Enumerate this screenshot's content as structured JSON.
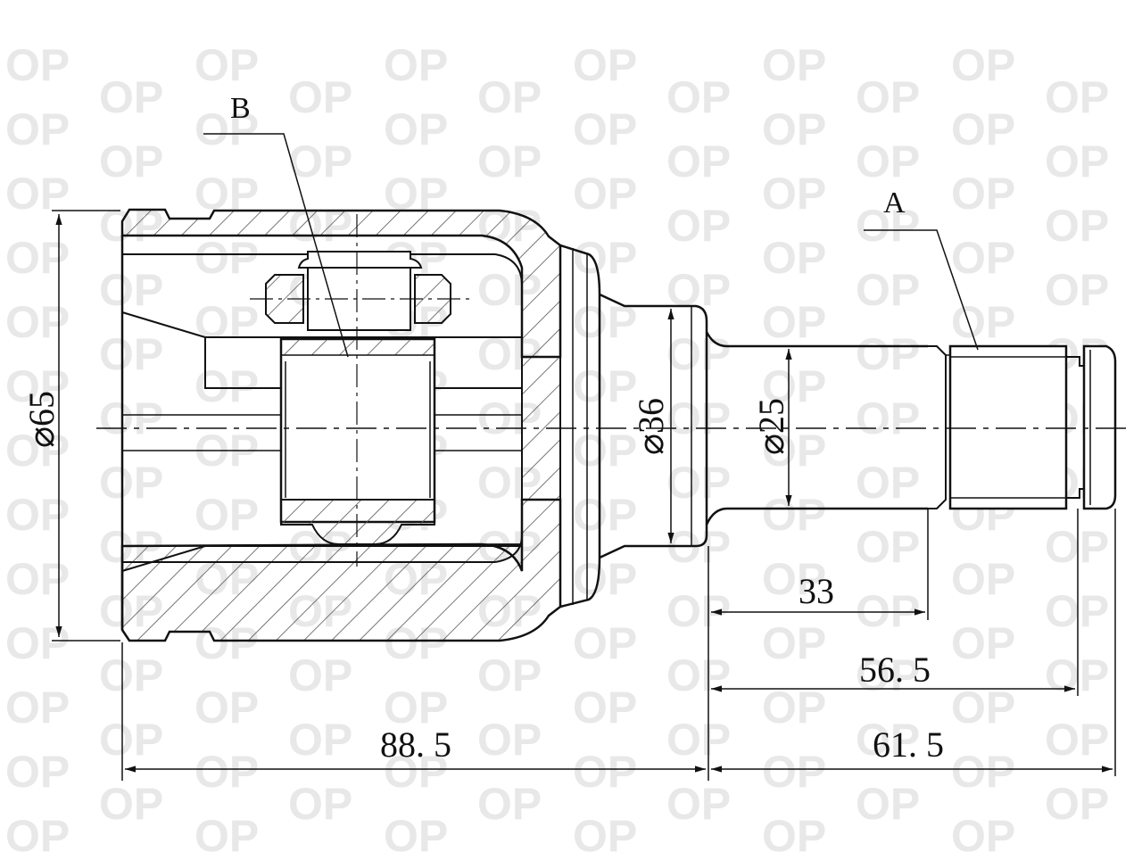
{
  "watermark": {
    "text": "OP",
    "color": "#e8e8e8"
  },
  "colors": {
    "line": "#111111",
    "hatch": "#555555",
    "background": "#ffffff"
  },
  "labels": {
    "detail_a": "A",
    "detail_b": "B"
  },
  "dimensions": {
    "outer_diameter": "⌀65",
    "neck_diameter": "⌀36",
    "shaft_diameter": "⌀25",
    "length_33": "33",
    "length_56_5": "56. 5",
    "length_61_5": "61. 5",
    "length_88_5": "88. 5"
  }
}
